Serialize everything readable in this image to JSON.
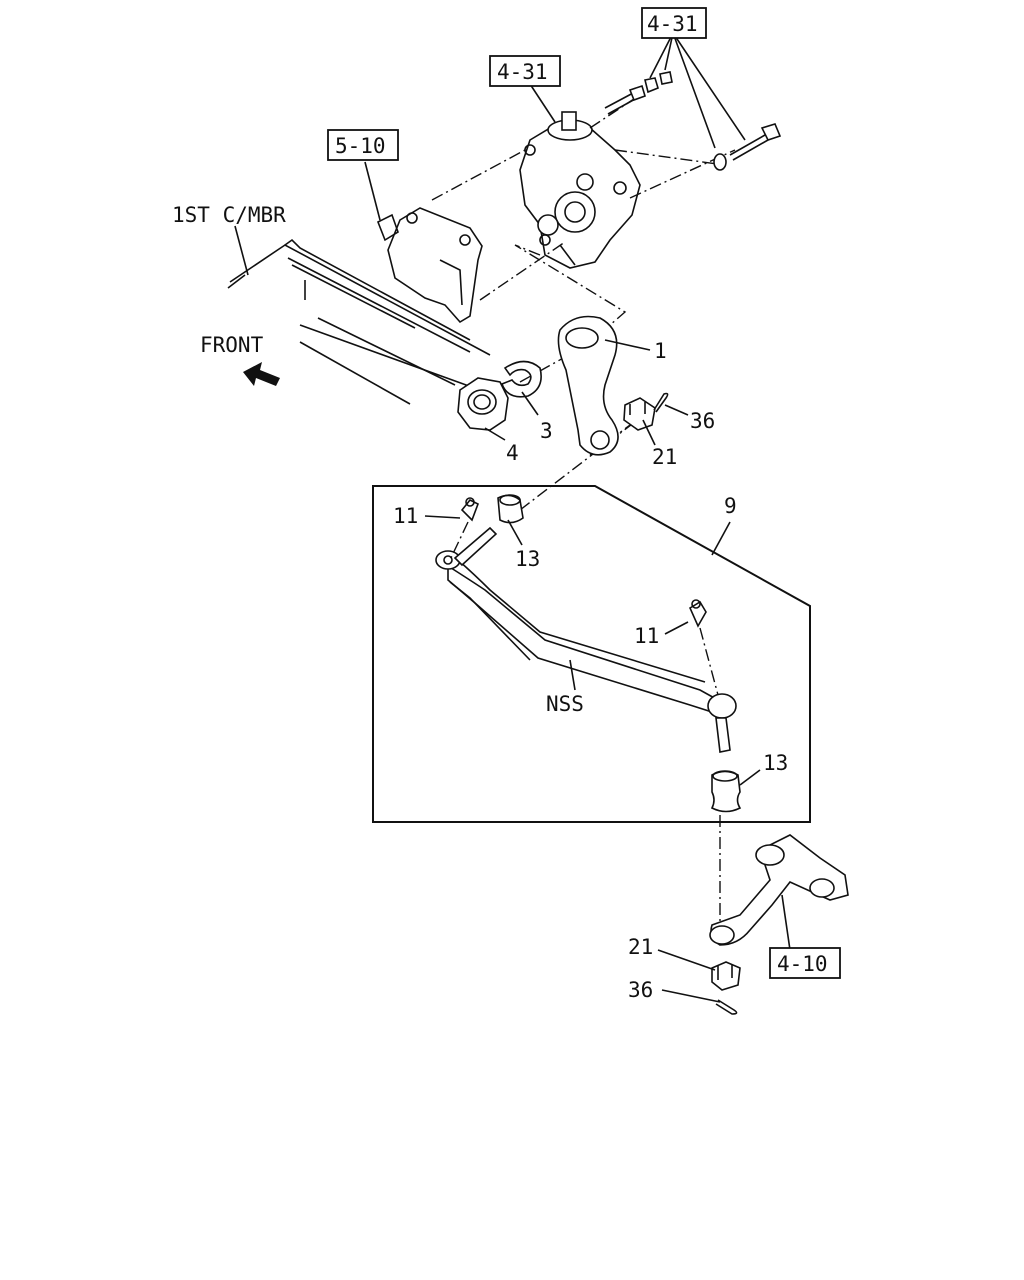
{
  "labels": {
    "ref_4_31_top": "4-31",
    "ref_4_31_mid": "4-31",
    "ref_5_10": "5-10",
    "ref_4_10": "4-10",
    "crossmember": "1ST C/MBR",
    "front": "FRONT",
    "p1": "1",
    "p3": "3",
    "p4": "4",
    "p9": "9",
    "p11_upper": "11",
    "p11_lower": "11",
    "p13_upper": "13",
    "p13_lower": "13",
    "p21_upper": "21",
    "p21_lower": "21",
    "p36_upper": "36",
    "p36_lower": "36",
    "nss": "NSS"
  }
}
